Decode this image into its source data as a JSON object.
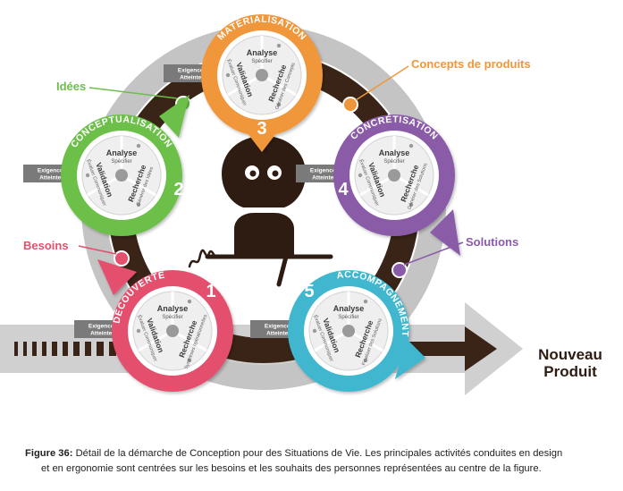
{
  "colors": {
    "stage1": "#e4506e",
    "stage2": "#6cbf4a",
    "stage3": "#f0963a",
    "stage4": "#8a5ba8",
    "stage5": "#3fb7cf",
    "ring_outer": "#c4c4c4",
    "ring_inner": "#3a2417",
    "arrow_gray": "#d0d0d0",
    "arrow_dark": "#3a2417",
    "figure": "#2e1c12"
  },
  "stages": [
    {
      "id": "decouverte",
      "number": "1",
      "title": "DÉCOUVERTE",
      "analyse": "Analyse",
      "analyse_sub": "Spécifier",
      "validation": "Validation",
      "validation_sub": "Évaluer Communiquer",
      "recherche": "Recherche",
      "recherche_sub": "Synthèses opérationnelles",
      "exigences": "Exigences",
      "atteintes": "Atteintes",
      "color": "#e4506e",
      "icon": "discovery-cycle-icon"
    },
    {
      "id": "conceptualisation",
      "number": "2",
      "title": "CONCEPTUALISATION",
      "analyse": "Analyse",
      "analyse_sub": "Spécifier",
      "validation": "Validation",
      "validation_sub": "Évaluer Communiquer",
      "recherche": "Recherche",
      "recherche_sub": "Générer des Idées",
      "exigences": "Exigences",
      "atteintes": "Atteintes",
      "color": "#6cbf4a",
      "icon": "conceptualisation-cycle-icon"
    },
    {
      "id": "materialisation",
      "number": "3",
      "title": "MATÉRIALISATION",
      "analyse": "Analyse",
      "analyse_sub": "Spécifier",
      "validation": "Validation",
      "validation_sub": "Évaluer Communiquer",
      "recherche": "Recherche",
      "recherche_sub": "Générer des Concepts",
      "exigences": "Exigences",
      "atteintes": "Atteintes",
      "color": "#f0963a",
      "icon": "materialisation-cycle-icon"
    },
    {
      "id": "concretisation",
      "number": "4",
      "title": "CONCRÉTISATION",
      "analyse": "Analyse",
      "analyse_sub": "Spécifier",
      "validation": "Validation",
      "validation_sub": "Évaluer Communiquer",
      "recherche": "Recherche",
      "recherche_sub": "Générer des Solutions",
      "exigences": "Exigences",
      "atteintes": "Atteintes",
      "color": "#8a5ba8",
      "icon": "concretisation-cycle-icon"
    },
    {
      "id": "accompagnement",
      "number": "5",
      "title": "ACCOMPAGNEMENT",
      "analyse": "Analyse",
      "analyse_sub": "Spécifier",
      "validation": "Validation",
      "validation_sub": "Évaluer Communiquer",
      "recherche": "Recherche",
      "recherche_sub": "Finaliser des Solutions",
      "exigences": "Exigences",
      "atteintes": "Atteintes",
      "color": "#3fb7cf",
      "icon": "accompagnement-cycle-icon"
    }
  ],
  "connectors": {
    "idees": {
      "label": "Idées",
      "color": "#6cbf4a"
    },
    "concepts": {
      "label": "Concepts de produits",
      "color": "#f0963a"
    },
    "besoins": {
      "label": "Besoins",
      "color": "#e4506e"
    },
    "solutions": {
      "label": "Solutions",
      "color": "#8a5ba8"
    }
  },
  "output": {
    "line1": "Nouveau",
    "line2": "Produit"
  },
  "caption": {
    "label": "Figure 36:",
    "line1": "Détail de la démarche de Conception pour des Situations de Vie. Les principales activités conduites en design",
    "line2": "et en ergonomie sont centrées sur les besoins et les souhaits des personnes représentées au centre de la figure."
  }
}
